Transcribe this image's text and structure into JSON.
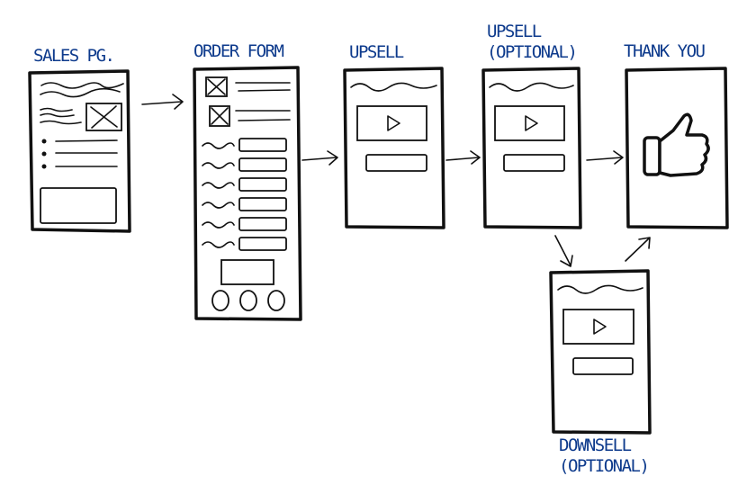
{
  "stages": {
    "sales_page": {
      "label": "SALES PG."
    },
    "order_form": {
      "label": "ORDER FORM"
    },
    "upsell": {
      "label": "UPSELL"
    },
    "upsell_optional": {
      "label_line1": "UPSELL",
      "label_line2": "(OPTIONAL)"
    },
    "thank_you": {
      "label": "THANK YOU",
      "icon": "thumbs-up-icon"
    },
    "downsell": {
      "label_line1": "DOWNSELL",
      "label_line2": "(OPTIONAL)"
    }
  },
  "colors": {
    "label": "#0d3a8c",
    "stroke": "#111111"
  }
}
